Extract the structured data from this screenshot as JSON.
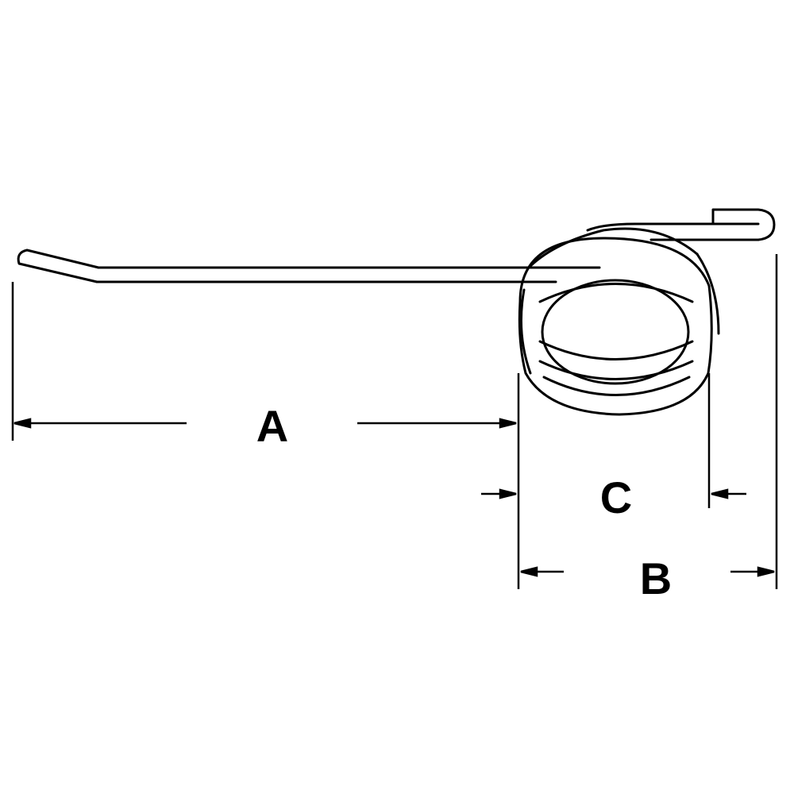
{
  "dimensions": {
    "a": {
      "label": "A"
    },
    "b": {
      "label": "B"
    },
    "c": {
      "label": "C"
    }
  },
  "colors": {
    "stroke": "#000000",
    "background": "#ffffff"
  }
}
